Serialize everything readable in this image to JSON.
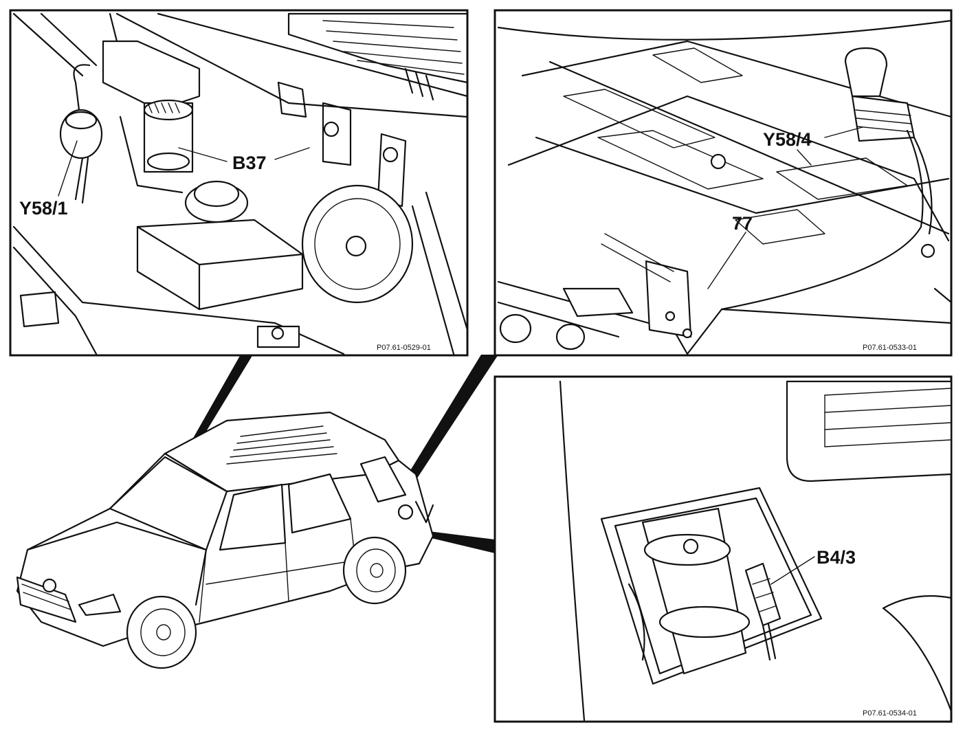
{
  "callouts": {
    "y58_1": "Y58/1",
    "b37": "B37",
    "y58_4": "Y58/4",
    "c77": "77",
    "b4_3": "B4/3"
  },
  "figure_codes": {
    "engine_bay": "P07.61-0529-01",
    "rear_underside": "P07.61-0533-01",
    "fuel_filler": "P07.61-0534-01"
  }
}
